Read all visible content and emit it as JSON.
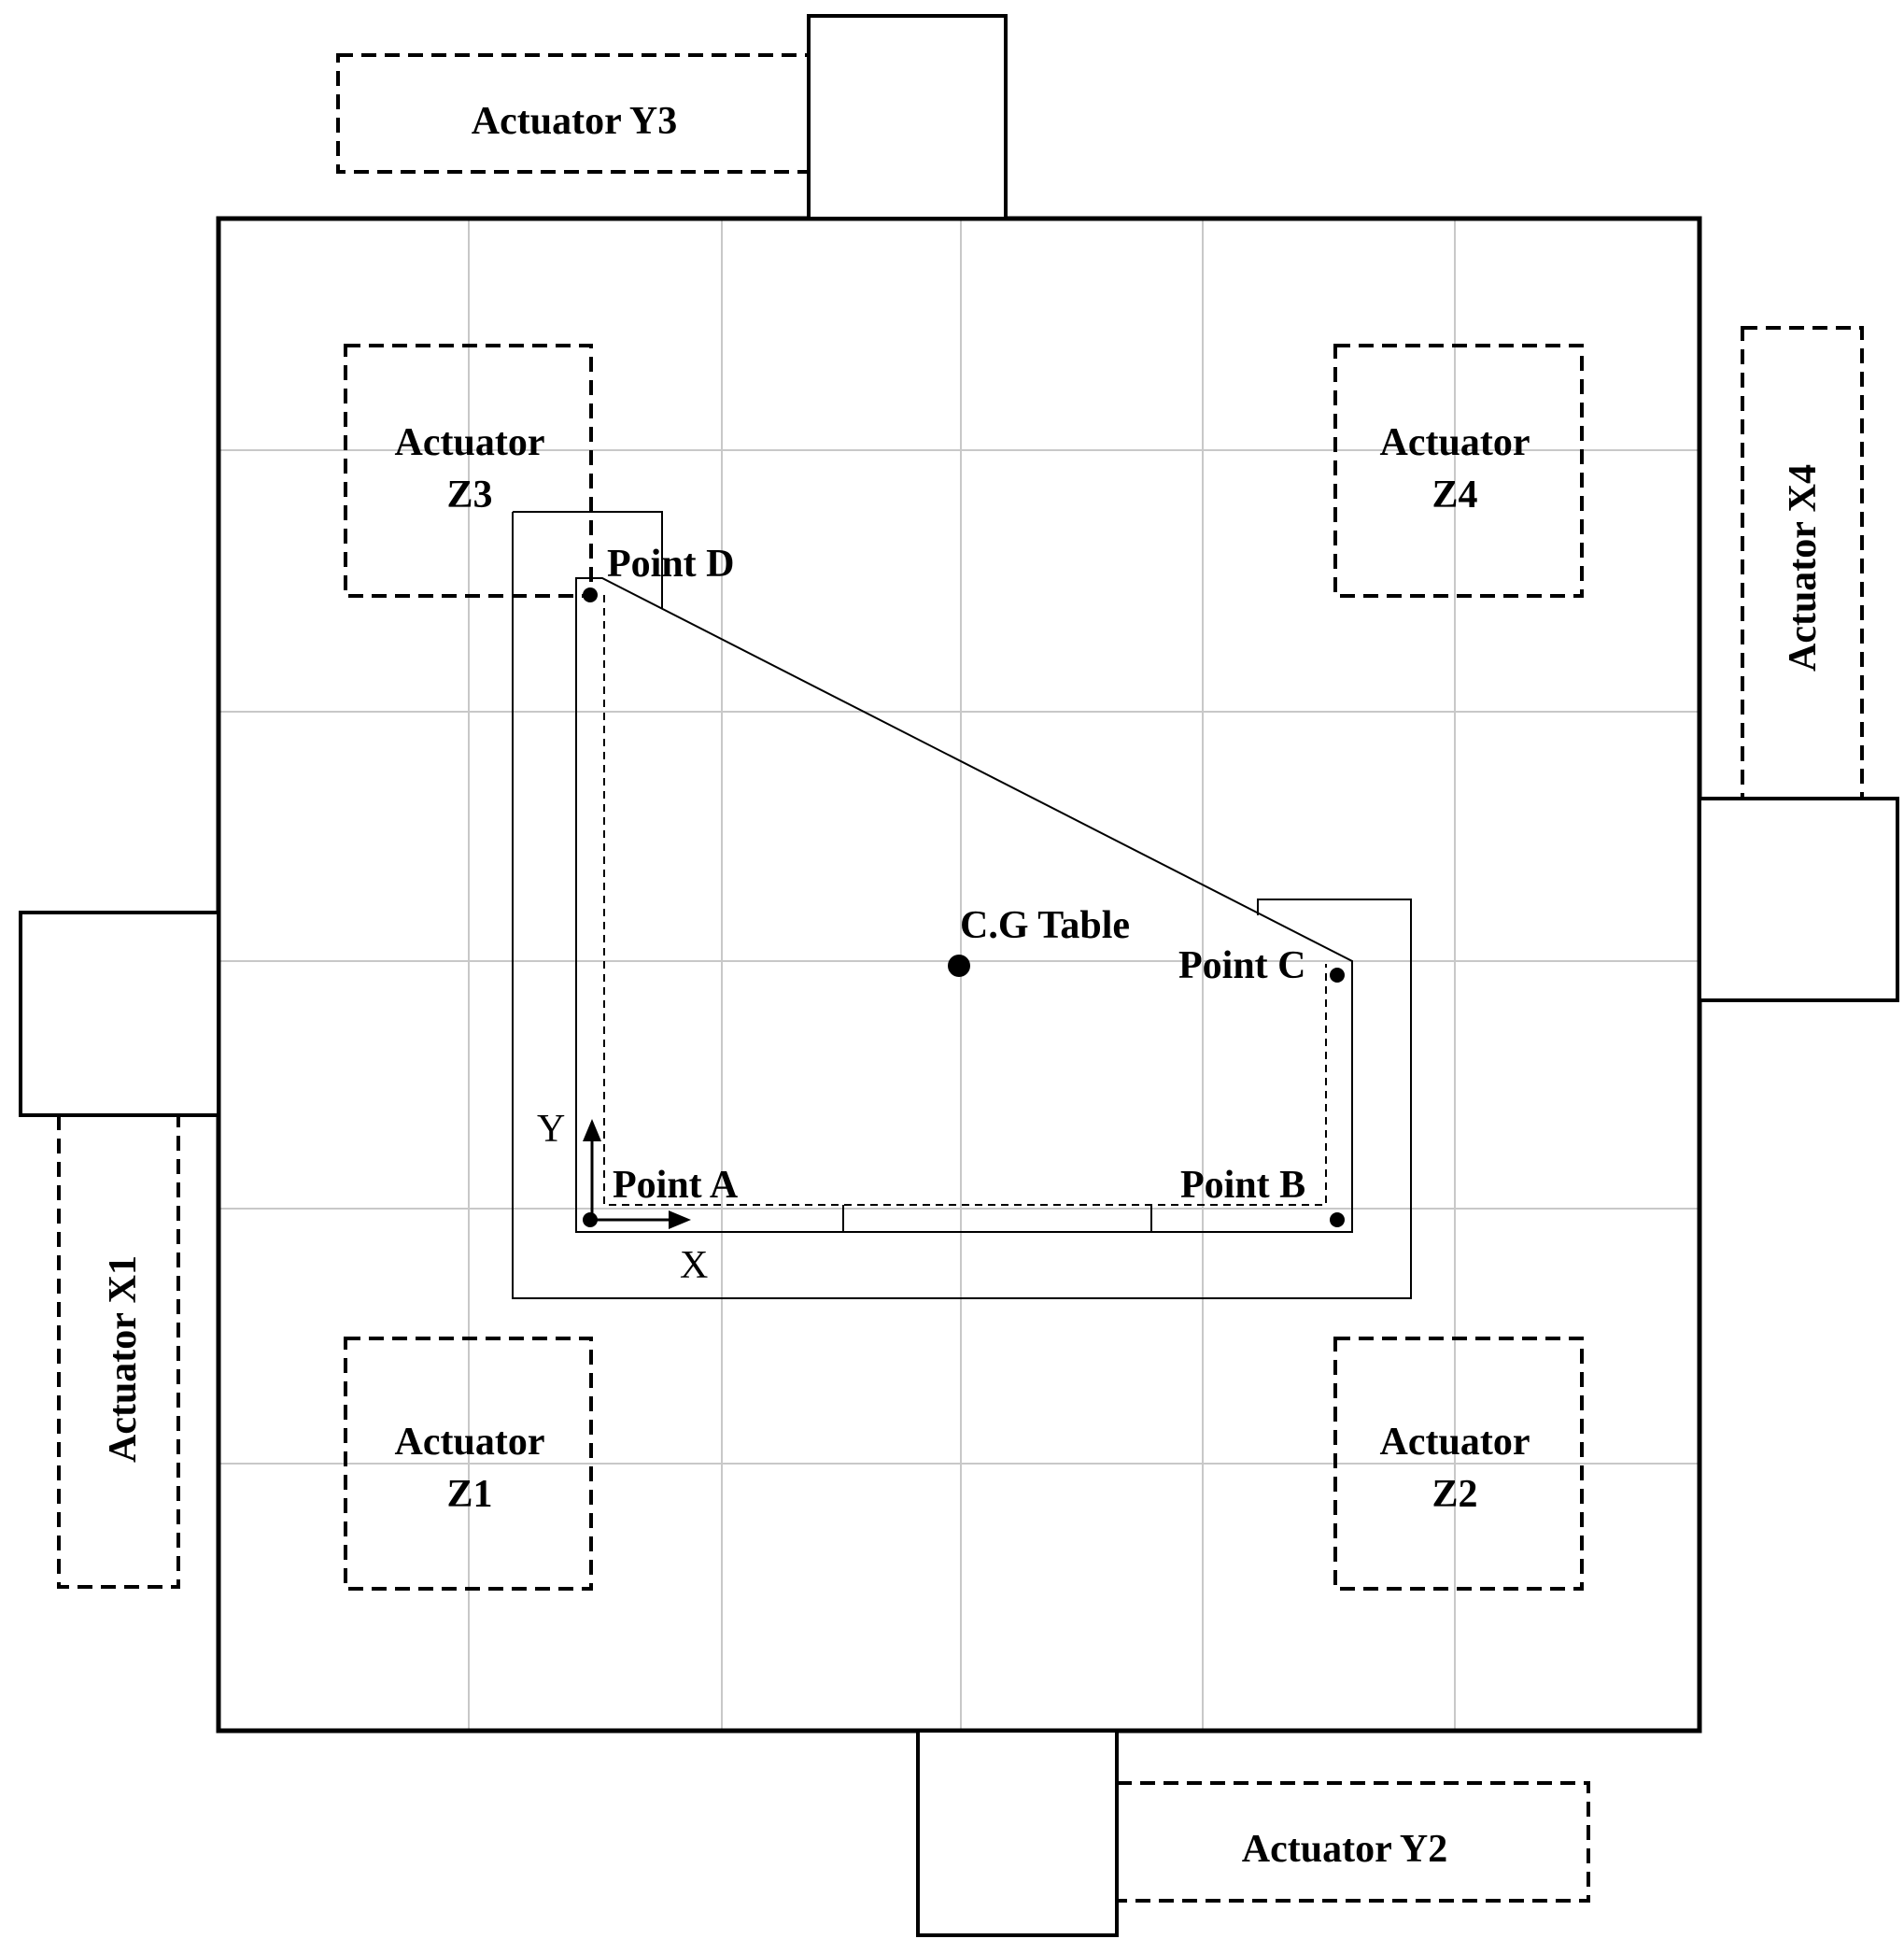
{
  "actuators": {
    "y3": "Actuator Y3",
    "y2": "Actuator Y2",
    "x1": "Actuator X1",
    "x4": "Actuator X4",
    "z3": [
      "Actuator",
      "Z3"
    ],
    "z4": [
      "Actuator",
      "Z4"
    ],
    "z1": [
      "Actuator",
      "Z1"
    ],
    "z2": [
      "Actuator",
      "Z2"
    ]
  },
  "points": {
    "a": "Point A",
    "b": "Point B",
    "c": "Point C",
    "d": "Point D",
    "cg": "C.G Table"
  },
  "axes": {
    "x": "X",
    "y": "Y"
  }
}
